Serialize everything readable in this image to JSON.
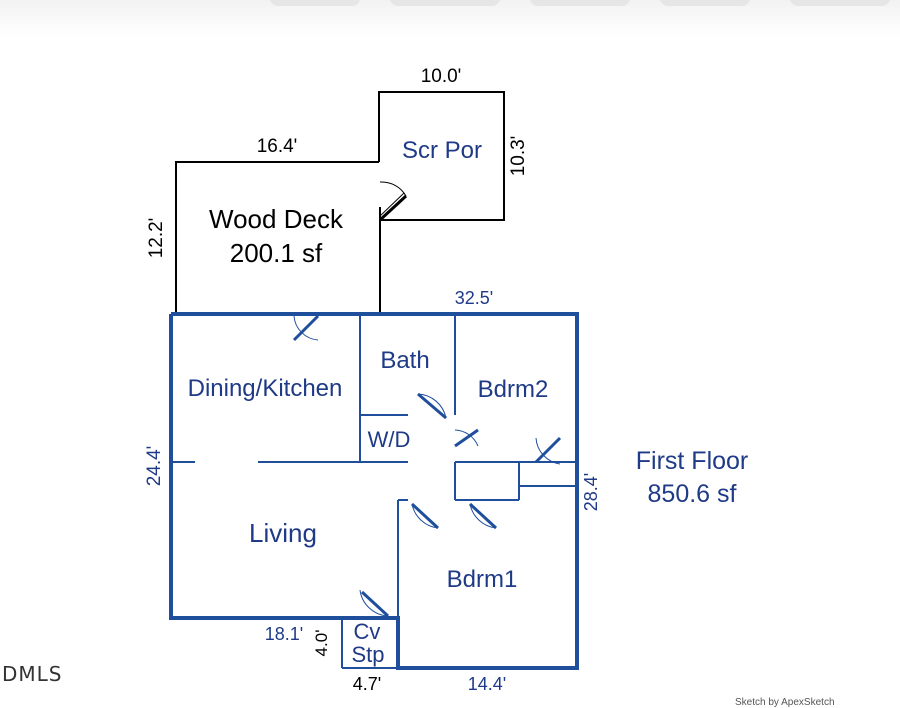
{
  "colors": {
    "floor_wall": "#1f4f9c",
    "floor_text": "#1f3a86",
    "outdoor_wall": "#000000"
  },
  "deck": {
    "room_name": "Wood Deck",
    "area": "200.1 sf",
    "dim_top": "16.4'",
    "dim_left": "12.2'"
  },
  "porch": {
    "room_name": "Scr Por",
    "dim_top": "10.0'",
    "dim_right": "10.3'"
  },
  "floor": {
    "dim_top": "32.5'",
    "dim_left": "24.4'",
    "dim_right": "28.4'",
    "dim_bottom": "14.4'",
    "dim_step_left": "18.1'",
    "dim_step_height": "4.0'",
    "dim_step_width": "4.7'",
    "label": "First Floor",
    "area": "850.6 sf"
  },
  "rooms": {
    "dining_kitchen": "Dining/Kitchen",
    "bath": "Bath",
    "bdrm2": "Bdrm2",
    "wd": "W/D",
    "living": "Living",
    "bdrm1": "Bdrm1",
    "cv_stp_line1": "Cv",
    "cv_stp_line2": "Stp"
  },
  "watermark": "DMLS",
  "credit": "Sketch by ApexSketch"
}
